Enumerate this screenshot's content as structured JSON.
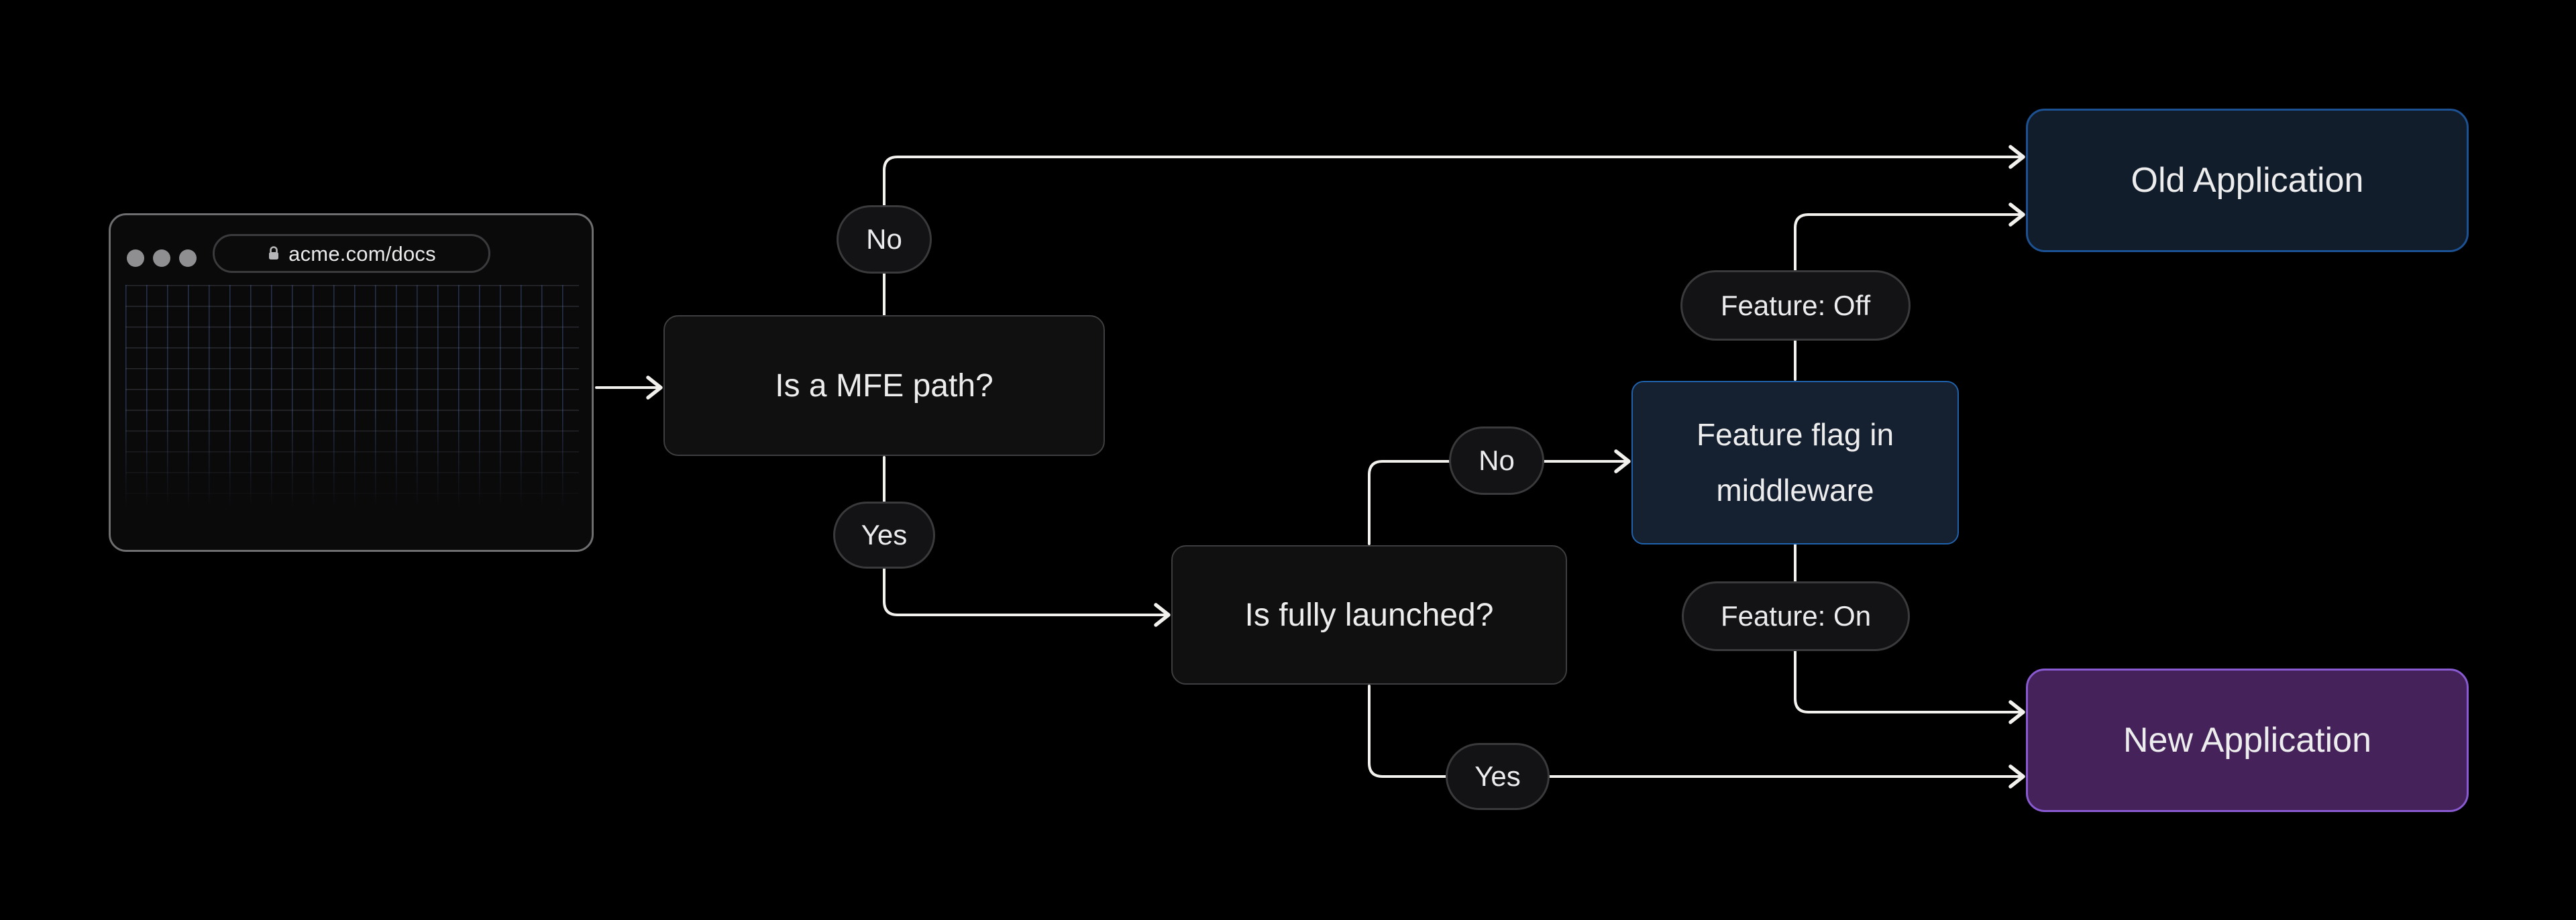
{
  "browser": {
    "url": "acme.com/docs"
  },
  "nodes": {
    "mfe_question": {
      "label": "Is a MFE path?"
    },
    "fully_launched_question": {
      "label": "Is fully launched?"
    },
    "feature_flag_middleware": {
      "label": "Feature flag in middleware"
    },
    "old_application": {
      "label": "Old Application"
    },
    "new_application": {
      "label": "New Application"
    }
  },
  "edge_labels": {
    "mfe_no": "No",
    "mfe_yes": "Yes",
    "launched_no": "No",
    "launched_yes": "Yes",
    "feature_off": "Feature: Off",
    "feature_on": "Feature: On"
  },
  "colors": {
    "background": "#000000",
    "connector": "#f2f1ee",
    "node_default_bg": "#101011",
    "node_default_border": "#3e3e40",
    "old_application_bg": "#121d2c",
    "old_application_border": "#1c5293",
    "feature_flag_bg": "#152030",
    "feature_flag_border": "#1f62ab",
    "new_application_bg": "#45235a",
    "new_application_border": "#8a5ad2",
    "pill_bg": "#131315",
    "pill_border": "#3a3a3c",
    "text": "#ededee",
    "browser_border": "#6e6e70",
    "traffic_dot": "#8f8f91",
    "grid_line_vertical": "#35476f",
    "grid_line_horizontal": "#3a3c44"
  }
}
